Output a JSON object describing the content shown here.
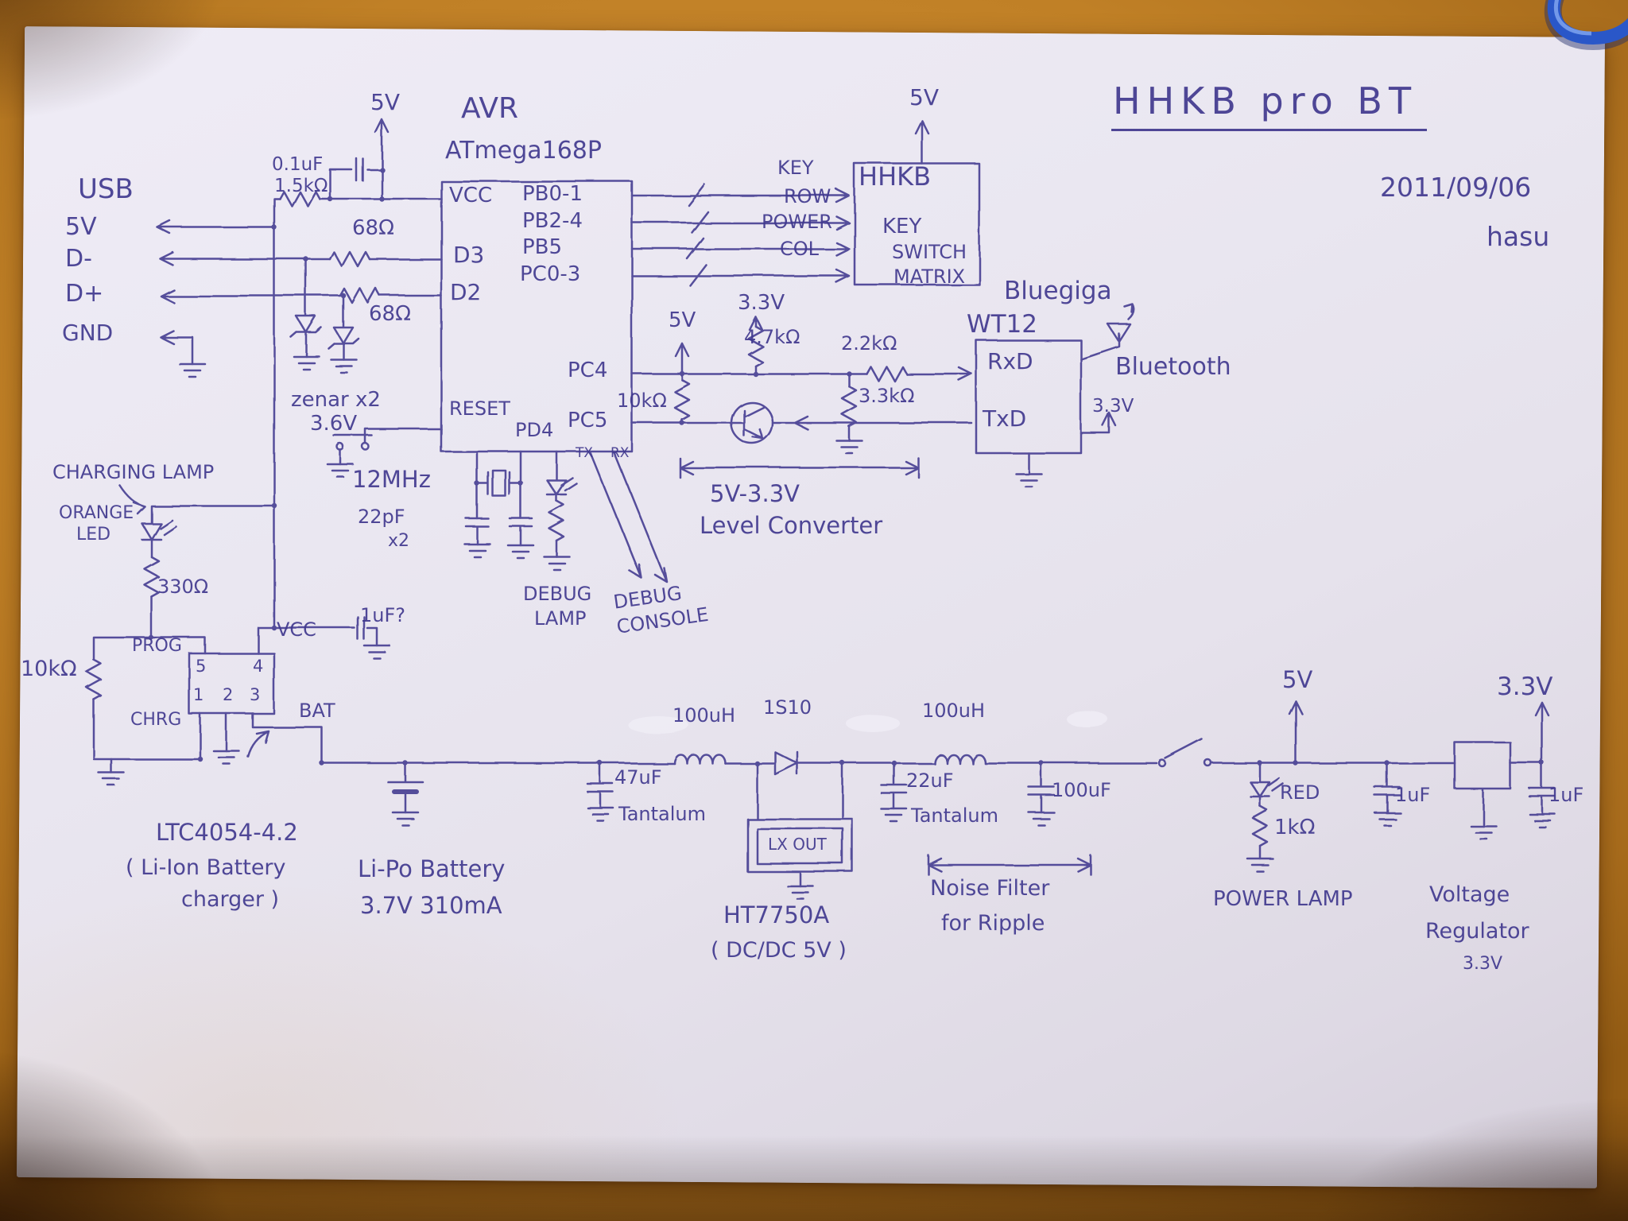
{
  "colors": {
    "ink": "#41398f",
    "paper": "#eae7f2",
    "desk": "#c08026",
    "cable": "#2a57c8"
  },
  "title_block": {
    "title": "HHKB pro BT",
    "date": "2011/09/06",
    "author": "hasu"
  },
  "usb": {
    "title": "USB",
    "pin_5v": "5V",
    "pin_dm": "D-",
    "pin_dp": "D+",
    "pin_gnd": "GND"
  },
  "avr": {
    "v5": "5V",
    "heading": "AVR",
    "part": "ATmega168P",
    "cap": "0.1uF",
    "r_pullup": "1.5kΩ",
    "r_dm": "68Ω",
    "r_dp": "68Ω",
    "zener": "zenar x2",
    "zener_v": "3.6V",
    "pins": {
      "vcc": "VCC",
      "d3": "D3",
      "d2": "D2",
      "pb01": "PB0-1",
      "pb24": "PB2-4",
      "pb5": "PB5",
      "pc03": "PC0-3",
      "reset": "RESET",
      "pc4": "PC4",
      "pc5": "PC5",
      "pd4": "PD4"
    }
  },
  "keyboard": {
    "bus": {
      "key": "KEY",
      "row": "ROW",
      "power": "POWER",
      "col": "COL"
    },
    "name": "HHKB",
    "block": [
      "KEY",
      "SWITCH",
      "MATRIX"
    ],
    "v5": "5V"
  },
  "bluetooth": {
    "vendor": "Bluegiga",
    "module": "WT12",
    "rxd": "RxD",
    "txd": "TxD",
    "label": "Bluetooth",
    "v33": "3.3V"
  },
  "level_converter": {
    "v5": "5V",
    "v33": "3.3V",
    "r47k": "4.7kΩ",
    "r22k": "2.2kΩ",
    "r33k": "3.3kΩ",
    "r10k": "10kΩ",
    "tx": "TX",
    "rx": "RX",
    "range": "5V-3.3V",
    "name": "Level Converter"
  },
  "crystal": {
    "freq": "12MHz",
    "cap": "22pF",
    "qty": "x2"
  },
  "debug": {
    "lamp1": "DEBUG",
    "lamp2": "LAMP",
    "console1": "DEBUG",
    "console2": "CONSOLE"
  },
  "charger": {
    "lamp": "CHARGING LAMP",
    "led_color": "ORANGE",
    "led": "LED",
    "r330": "330Ω",
    "r10k": "10kΩ",
    "prog": "PROG",
    "vcc": "VCC",
    "cap": "1uF?",
    "chrg": "CHRG",
    "bat": "BAT",
    "pins": [
      "5",
      "4",
      "1",
      "2",
      "3"
    ],
    "part": "LTC4054-4.2",
    "desc1": "( Li-Ion Battery",
    "desc2": "charger )"
  },
  "battery": {
    "line1": "Li-Po Battery",
    "line2": "3.7V 310mA"
  },
  "dcdc": {
    "ind1": "100uH",
    "diode": "1S10",
    "ind2": "100uH",
    "c47": "47uF",
    "tant1": "Tantalum",
    "lx": "LX OUT",
    "c22": "22uF",
    "tant2": "Tantalum",
    "c100": "100uF",
    "part": "HT7750A",
    "desc": "( DC/DC 5V )",
    "nf1": "Noise Filter",
    "nf2": "for Ripple"
  },
  "output": {
    "v5": "5V",
    "red": "RED",
    "r1k": "1kΩ",
    "lamp": "POWER LAMP",
    "c1a": "1uF",
    "v33": "3.3V",
    "c1b": "1uF",
    "vr1": "Voltage",
    "vr2": "Regulator",
    "vr3": "3.3V"
  }
}
